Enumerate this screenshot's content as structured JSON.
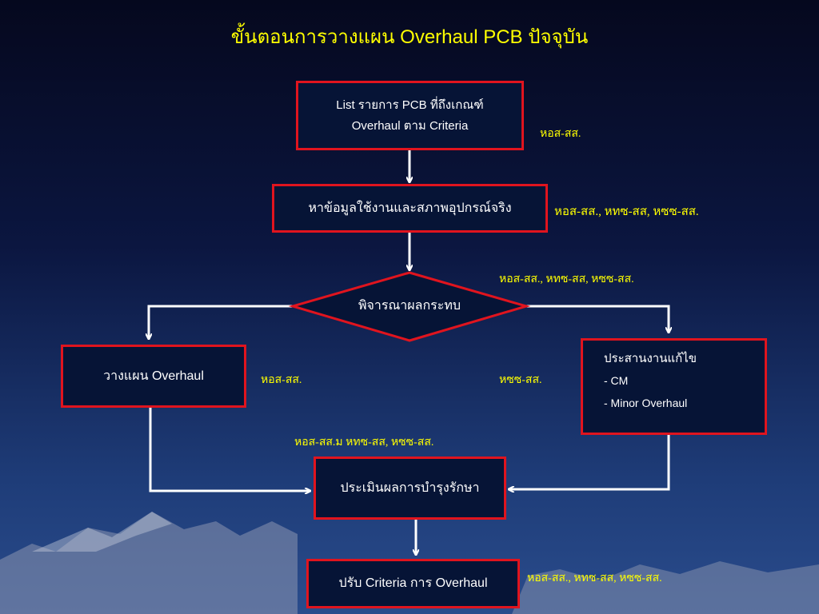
{
  "slide": {
    "title": "ขั้นตอนการวางแผน Overhaul PCB ปัจจุบัน"
  },
  "steps": {
    "list": {
      "line1": "List  รายการ PCB ที่ถึงเกณฑ์",
      "line2": "Overhaul ตาม Criteria"
    },
    "collect": "หาข้อมูลใช้งานและสภาพอุปกรณ์จริง",
    "consider": "พิจารณาผลกระทบ",
    "plan": "วางแผน Overhaul",
    "coordinate": {
      "heading": "ประสานงานแก้ไข",
      "item1": "- CM",
      "item2": "- Minor Overhaul"
    },
    "evaluate": "ประเมินผลการบำรุงรักษา",
    "adjust": "ปรับ Criteria การ Overhaul"
  },
  "notes": {
    "n1": "หอส-สส.",
    "n2": "หอส-สส., หทซ-สส, หซซ-สส.",
    "n3": "หอส-สส., หทซ-สส, หซซ-สส.",
    "n4": "หอส-สส.",
    "n5": "หซซ-สส.",
    "n6": "หอส-สส.ม หทซ-สส, หซซ-สส.",
    "n7": "หอส-สส., หทซ-สส, หซซ-สส."
  },
  "colors": {
    "accent_text": "#ffff00",
    "box_border": "#e0141e",
    "arrow": "#ffffff"
  }
}
